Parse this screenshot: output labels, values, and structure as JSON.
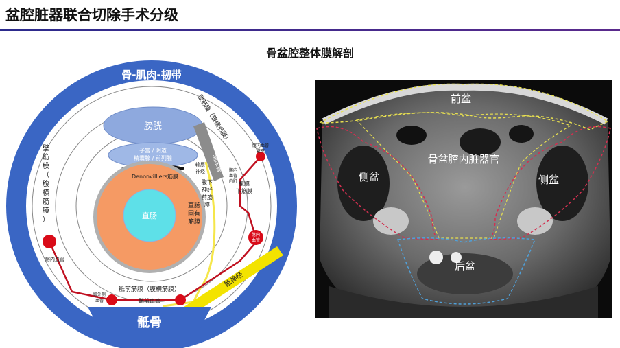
{
  "slide": {
    "title": "盆腔脏器联合切除手术分级",
    "subtitle": "骨盆腔整体膜解剖"
  },
  "diagram": {
    "outer_ring_label": "骨-肌肉-韧带",
    "bladder": "膀胱",
    "uterus_box": [
      "子宫 / 阴道",
      "精囊腺 / 前列腺"
    ],
    "denonvilliers": "Denonvilliers筋膜",
    "rectum": "直肠",
    "mesorectal": [
      "直肠",
      "固有",
      "筋膜"
    ],
    "ureter_band": "输尿管",
    "hypogastric_left": [
      "腹下",
      "神经",
      "前筋",
      "膜"
    ],
    "hypogastric_right": [
      "腹膜",
      "下筋膜"
    ],
    "ureter_nerve_small": [
      "输尿",
      "神经"
    ],
    "vessel_small_right": [
      "髂内",
      "血管",
      "内脏"
    ],
    "vessel_sheath_right": [
      "髂内血管",
      "壁支"
    ],
    "wall_fascia_left": [
      "壁",
      "筋",
      "膜",
      "（",
      "腹",
      "横",
      "筋",
      "膜",
      "）"
    ],
    "wall_fascia_top": "壁筋膜（腹横筋膜）",
    "iliac_vessel_left": "髂内血管",
    "iliac_vessel_right": [
      "髂内",
      "血管"
    ],
    "presacral_fascia": "骶前筋膜（腹横筋膜）",
    "sacral_vessel_bottom": "骶前血管",
    "sacral_vessel_left": [
      "骶外侧",
      "血管"
    ],
    "sacral_nerve": "骶神经",
    "sacrum": "骶骨",
    "colors": {
      "outer_ring": "#3a66c4",
      "inner_disc": "#ffffff",
      "bladder": "#8ea9de",
      "uterus": "#9fb8e6",
      "rectum_outer": "#f59a64",
      "rectum_inner": "#5ee0e8",
      "vessel_red": "#d90b18",
      "sacral_yellow": "#f3e300",
      "ureter_grey": "#8c8c8c",
      "sacrum_blue": "#3a66c4"
    }
  },
  "mri": {
    "labels": {
      "anterior": "前盆",
      "viscera": "骨盆腔内脏器官",
      "left_lateral": "侧盆",
      "right_lateral": "侧盆",
      "posterior": "后盆"
    },
    "outline_colors": {
      "anterior": "#e8e050",
      "lateral": "#d23050",
      "posterior": "#50a0d8"
    }
  }
}
